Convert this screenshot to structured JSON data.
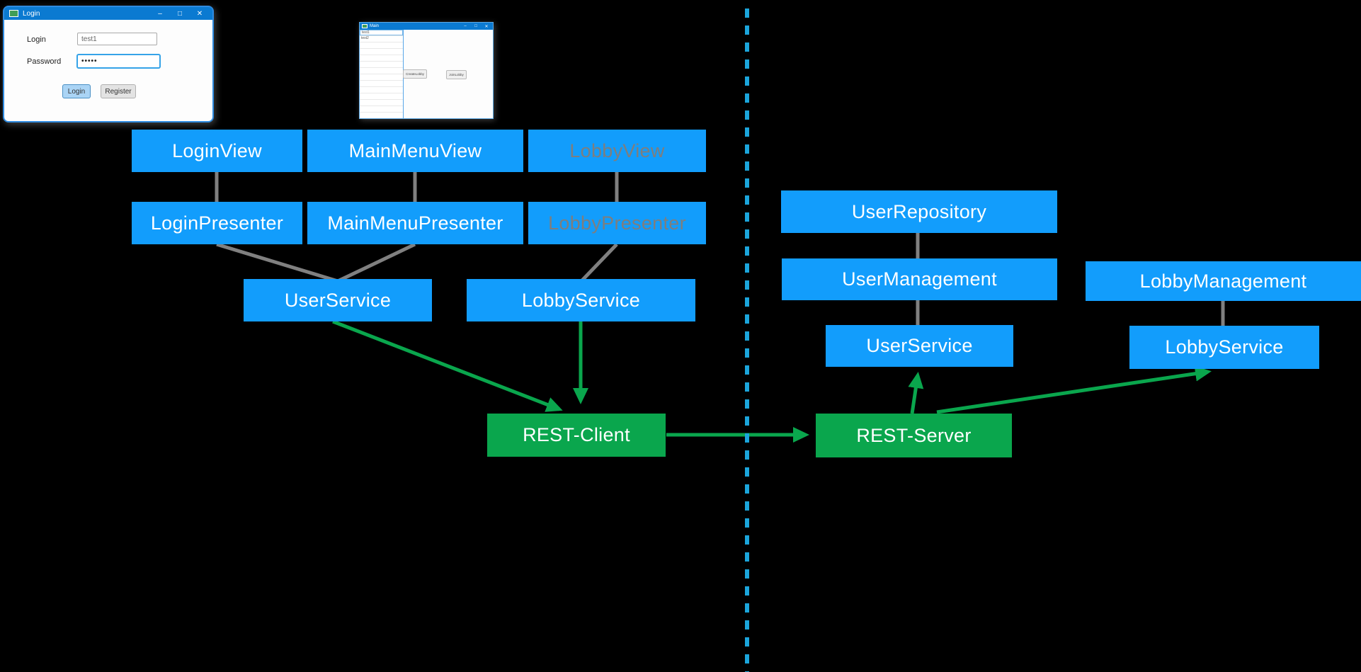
{
  "colors": {
    "background": "#000000",
    "box_blue": "#129dfc",
    "box_green": "#0aa64d",
    "connector_gray": "#808080",
    "dim_text": "#7e7e7e",
    "separator_cyan": "#1ba5dc",
    "titlebar_blue": "#0b7ad1"
  },
  "login_window": {
    "title": "Login",
    "minimize_glyph": "–",
    "maximize_glyph": "□",
    "close_glyph": "✕",
    "login_label": "Login",
    "login_value": "test1",
    "password_label": "Password",
    "password_value": "•••••",
    "login_button": "Login",
    "register_button": "Register"
  },
  "main_window": {
    "title": "Main",
    "minimize_glyph": "–",
    "maximize_glyph": "□",
    "close_glyph": "✕",
    "list_items": [
      "test1",
      "test2"
    ],
    "create_lobby_button": "CreateLobby",
    "join_lobby_button": "JoinLobby"
  },
  "diagram": {
    "nodes": {
      "login_view": {
        "label": "LoginView"
      },
      "main_menu_view": {
        "label": "MainMenuView"
      },
      "lobby_view": {
        "label": "LobbyView"
      },
      "login_presenter": {
        "label": "LoginPresenter"
      },
      "main_menu_presenter": {
        "label": "MainMenuPresenter"
      },
      "lobby_presenter": {
        "label": "LobbyPresenter"
      },
      "user_service_client": {
        "label": "UserService"
      },
      "lobby_service_client": {
        "label": "LobbyService"
      },
      "rest_client": {
        "label": "REST-Client"
      },
      "rest_server": {
        "label": "REST-Server"
      },
      "user_repository": {
        "label": "UserRepository"
      },
      "user_management": {
        "label": "UserManagement"
      },
      "user_service_server": {
        "label": "UserService"
      },
      "lobby_management": {
        "label": "LobbyManagement"
      },
      "lobby_service_server": {
        "label": "LobbyService"
      }
    },
    "edges": [
      {
        "from": "LoginView",
        "to": "LoginPresenter",
        "style": "gray-line"
      },
      {
        "from": "MainMenuView",
        "to": "MainMenuPresenter",
        "style": "gray-line"
      },
      {
        "from": "LobbyView",
        "to": "LobbyPresenter",
        "style": "gray-line"
      },
      {
        "from": "LoginPresenter",
        "to": "UserService",
        "style": "gray-line"
      },
      {
        "from": "MainMenuPresenter",
        "to": "UserService",
        "style": "gray-line"
      },
      {
        "from": "LobbyPresenter",
        "to": "LobbyService",
        "style": "gray-line"
      },
      {
        "from": "UserService",
        "to": "REST-Client",
        "style": "green-arrow"
      },
      {
        "from": "LobbyService",
        "to": "REST-Client",
        "style": "green-arrow"
      },
      {
        "from": "REST-Client",
        "to": "REST-Server",
        "style": "green-arrow"
      },
      {
        "from": "REST-Server",
        "to": "UserService (server)",
        "style": "green-arrow"
      },
      {
        "from": "REST-Server",
        "to": "LobbyService (server)",
        "style": "green-arrow"
      },
      {
        "from": "UserRepository",
        "to": "UserManagement",
        "style": "gray-line"
      },
      {
        "from": "UserManagement",
        "to": "UserService (server)",
        "style": "gray-line"
      },
      {
        "from": "LobbyManagement",
        "to": "LobbyService (server)",
        "style": "gray-line"
      }
    ],
    "separator": {
      "orientation": "vertical",
      "style": "dashed"
    }
  }
}
